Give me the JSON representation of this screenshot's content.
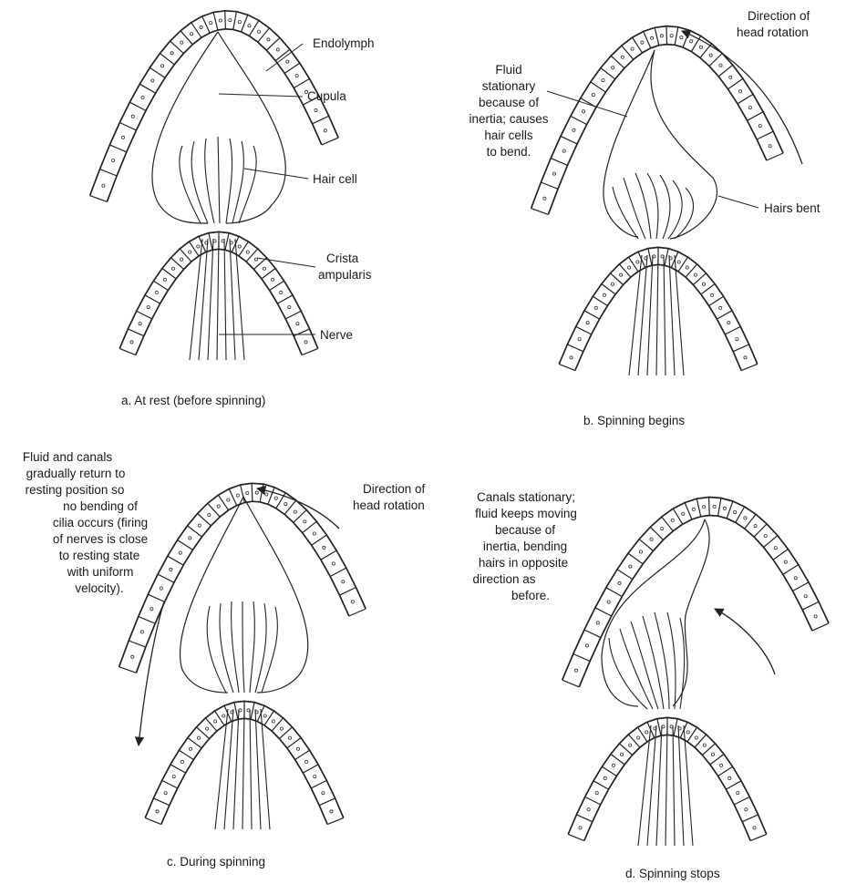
{
  "panels": [
    {
      "id": "a",
      "caption": "a. At rest (before spinning)",
      "labels": {
        "endolymph": "Endolymph",
        "cupula": "Cupula",
        "hair_cell": "Hair cell",
        "crista_ampularis": [
          "Crista",
          "ampularis"
        ],
        "nerve": "Nerve"
      }
    },
    {
      "id": "b",
      "caption": "b. Spinning begins",
      "direction": [
        "Direction of",
        "head rotation"
      ],
      "note": [
        "Fluid",
        "stationary",
        "because of",
        "inertia; causes",
        "hair cells",
        "to bend."
      ],
      "hairs_bent": "Hairs bent"
    },
    {
      "id": "c",
      "caption": "c. During spinning",
      "direction": [
        "Direction of",
        "head rotation"
      ],
      "note": [
        "Fluid and canals",
        "gradually return to",
        "resting position so",
        "no bending of",
        "cilia occurs (firing",
        "of nerves is close",
        "to resting state",
        "with uniform",
        "velocity)."
      ]
    },
    {
      "id": "d",
      "caption": "d. Spinning stops",
      "note": [
        "Canals stationary;",
        "fluid keeps moving",
        "because of",
        "inertia, bending",
        "hairs in opposite",
        "direction as",
        "before."
      ]
    }
  ]
}
